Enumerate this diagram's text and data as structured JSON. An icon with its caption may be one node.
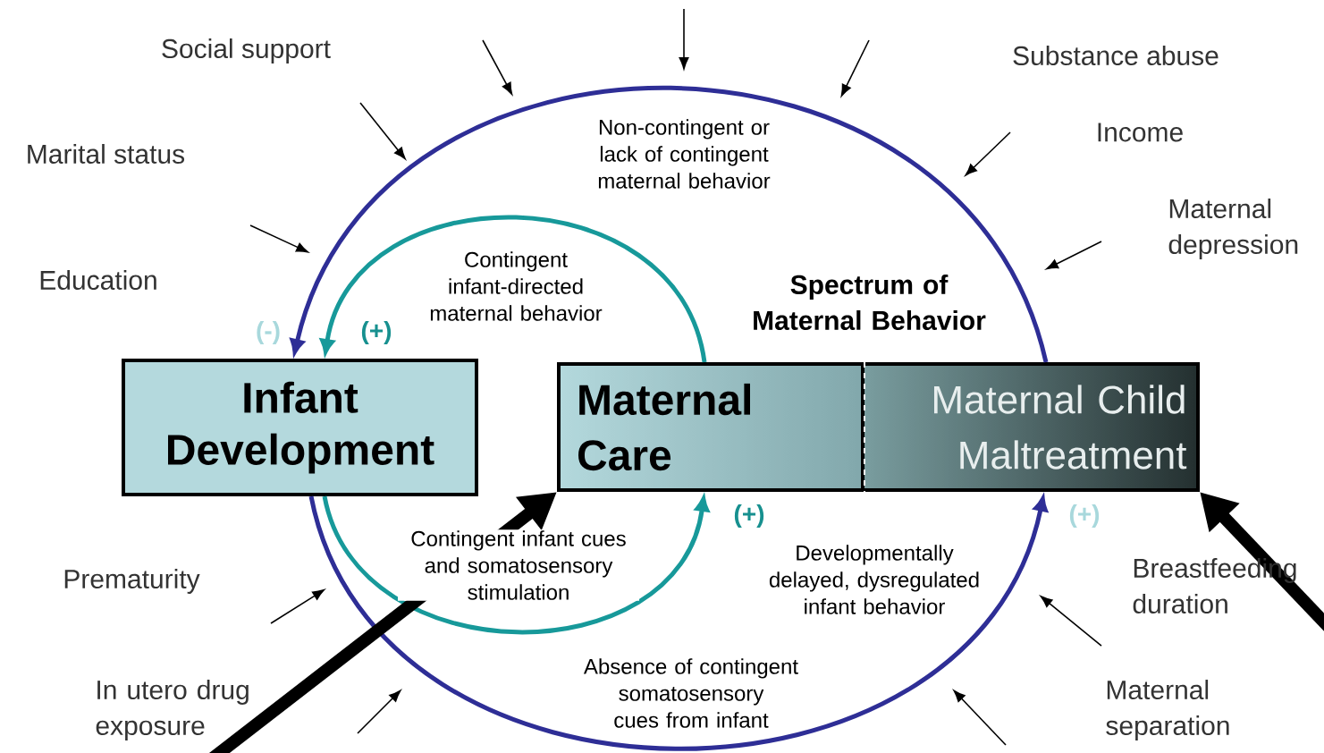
{
  "diagram": {
    "nodes": [
      {
        "text": [
          "Infant Development"
        ]
      },
      {
        "text": [
          "Maternal Care"
        ]
      },
      {
        "text": [
          "Maternal Child Maltreatment"
        ]
      }
    ],
    "edges": [
      {
        "from": 2,
        "to": 0,
        "arrow": "to",
        "label": "Non-contingent or lack of contingent maternal behavior",
        "color": "#2e2e96"
      },
      {
        "from": 1,
        "to": 0,
        "arrow": "to",
        "label": "Contingent infant-directed maternal behavior",
        "color": "#17999a"
      },
      {
        "from": 0,
        "to": 1,
        "arrow": "to",
        "label": "Contingent infant cues and somatosensory stimulation",
        "color": "#17999a"
      },
      {
        "from": 0,
        "to": 2,
        "arrow": "to",
        "label": "Absence of contingent somatosensory cues from infant",
        "color": "#2e2e96"
      },
      {
        "from": null,
        "to": 1,
        "arrow": "to",
        "style": "thick",
        "color": "#000000"
      },
      {
        "from": null,
        "to": 2,
        "arrow": "to",
        "style": "thick",
        "color": "#000000"
      }
    ],
    "labels": [
      "Social support",
      "Substance abuse",
      "Marital status",
      "Income",
      "Maternal depression",
      "Education",
      "Spectrum of Maternal Behavior",
      "(-)",
      "(+)",
      "(+)",
      "(+)",
      "Developmentally delayed, dysregulated infant behavior",
      "Breastfeeding duration",
      "Prematurity",
      "In utero drug exposure",
      "Maternal separation"
    ]
  }
}
